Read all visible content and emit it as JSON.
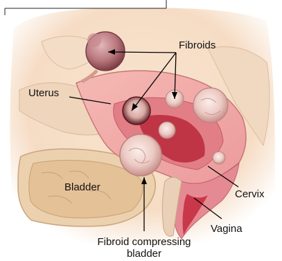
{
  "labels": {
    "fibroids": "Fibroids",
    "uterus": "Uterus",
    "bladder": "Bladder",
    "cervix": "Cervix",
    "vagina": "Vagina",
    "compressing_line1": "Fibroid compressing",
    "compressing_line2": "bladder"
  },
  "colors": {
    "background": "#ffffff",
    "vignette": "#f6dcc4",
    "uterus_wall": "#f2a6a6",
    "uterus_inner": "#e07b82",
    "cavity": "#b8283a",
    "fibroid": "#efd3cf",
    "bladder": "#e9cba5",
    "pelvic_tissue": "#eccfb3",
    "leader_lines": "#000000"
  }
}
